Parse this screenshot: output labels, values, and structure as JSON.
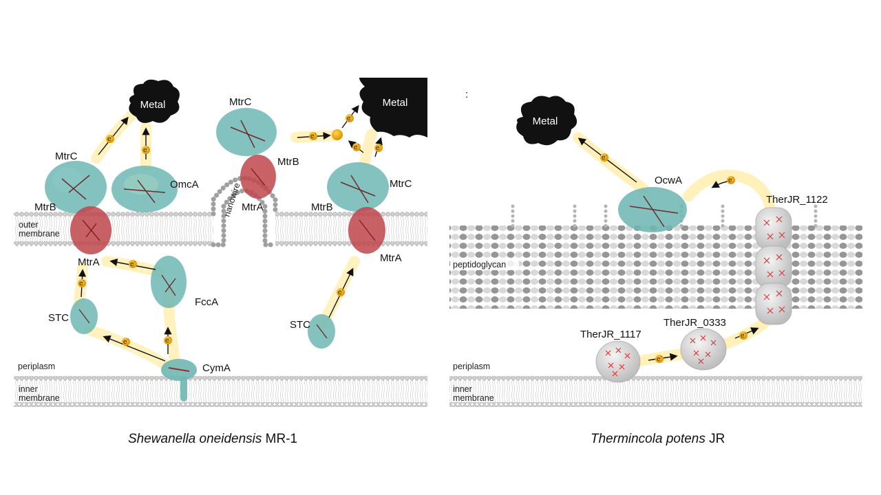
{
  "left_panel": {
    "caption_species": "Shewanella oneidensis",
    "caption_strain": "MR-1",
    "metal_labels": [
      "Metal",
      "Metal"
    ],
    "proteins": {
      "mtrc_1": "MtrC",
      "mtrb_1": "MtrB",
      "mtra_1": "MtrA",
      "omca": "OmcA",
      "fcca": "FccA",
      "stc_1": "STC",
      "cyma": "CymA",
      "mtrc_2": "MtrC",
      "mtrb_2": "MtrB",
      "mtra_2": "MtrA",
      "nanowire": "nanowire",
      "mtrc_3": "MtrC",
      "mtrb_3": "MtrB",
      "mtra_3": "MtrA",
      "stc_2": "STC"
    },
    "membranes": {
      "outer_1": "outer",
      "outer_2": "membrane",
      "periplasm": "periplasm",
      "inner_1": "inner",
      "inner_2": "membrane"
    }
  },
  "right_panel": {
    "caption_species": "Thermincola potens",
    "caption_strain": "JR",
    "stray_mark": ":",
    "metal_label": "Metal",
    "proteins": {
      "ocwa": "OcwA",
      "therjr_1122": "TherJR_1122",
      "therjr_0333": "TherJR_0333",
      "therjr_1117": "TherJR_1117"
    },
    "layers": {
      "peptidoglycan": "peptidoglycan",
      "periplasm": "periplasm",
      "inner_1": "inner",
      "inner_2": "membrane"
    }
  },
  "electron_symbol": "e",
  "electron_charge": "-",
  "colors": {
    "protein_teal": "#6fb7b4",
    "protein_red": "#c0474c",
    "metal": "#111111",
    "glow": "#ffe680",
    "electron_ball": "#f2a516",
    "membrane_bead": "#c9c9c9",
    "peptidoglycan_dark": "#8a8a8a",
    "peptidoglycan_light": "#d4d4d4"
  }
}
